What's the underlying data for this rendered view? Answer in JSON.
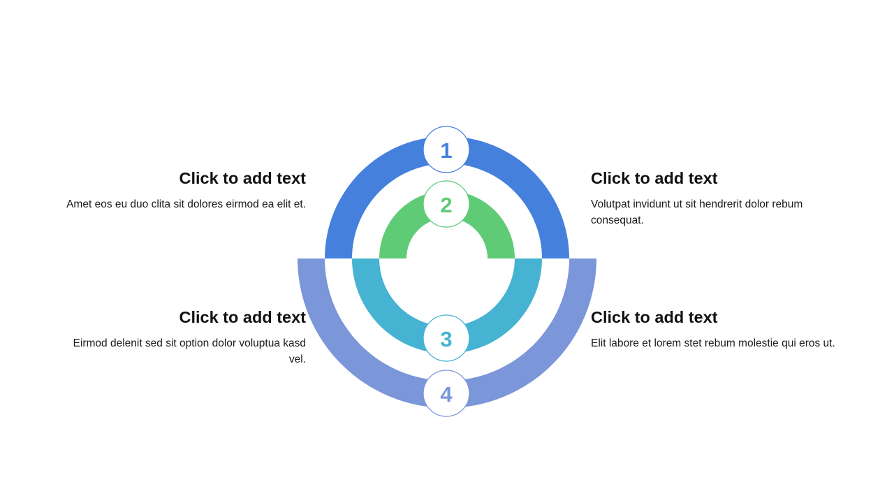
{
  "colors": {
    "step1": "#4580dd",
    "step2": "#60cb77",
    "step3": "#45b3d1",
    "step4": "#7b96d9",
    "background": "#ffffff"
  },
  "steps": [
    {
      "number": "1",
      "title": "Click to add text",
      "body": "Amet eos eu duo clita sit dolores eirmod ea elit et."
    },
    {
      "number": "2",
      "title": "Click to add text",
      "body": "Volutpat invidunt ut sit hendrerit dolor rebum consequat."
    },
    {
      "number": "3",
      "title": "Click to add text",
      "body": "Eirmod delenit sed sit option dolor voluptua kasd vel."
    },
    {
      "number": "4",
      "title": "Click to add text",
      "body": "Elit labore et lorem stet rebum molestie qui eros ut."
    }
  ]
}
